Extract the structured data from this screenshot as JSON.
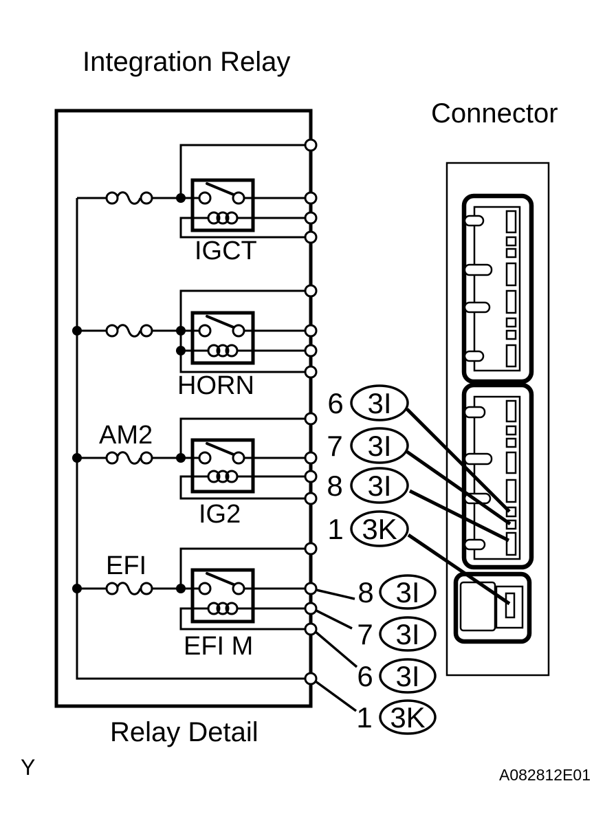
{
  "diagram": {
    "title": "Integration Relay",
    "connector_title": "Connector",
    "caption": "Relay Detail",
    "page_marker": "Y",
    "figure_code": "A082812E01"
  },
  "relays": [
    {
      "name": "IGCT"
    },
    {
      "name": "HORN"
    },
    {
      "name": "IG2",
      "fuse": "AM2"
    },
    {
      "name": "EFI M",
      "fuse": "EFI"
    }
  ],
  "upper_pin_labels": [
    {
      "pin": "6",
      "code": "3I"
    },
    {
      "pin": "7",
      "code": "3I"
    },
    {
      "pin": "8",
      "code": "3I"
    },
    {
      "pin": "1",
      "code": "3K"
    }
  ],
  "lower_pin_labels": [
    {
      "pin": "8",
      "code": "3I"
    },
    {
      "pin": "7",
      "code": "3I"
    },
    {
      "pin": "6",
      "code": "3I"
    },
    {
      "pin": "1",
      "code": "3K"
    }
  ],
  "colors": {
    "line": "#000000",
    "background": "#ffffff"
  }
}
